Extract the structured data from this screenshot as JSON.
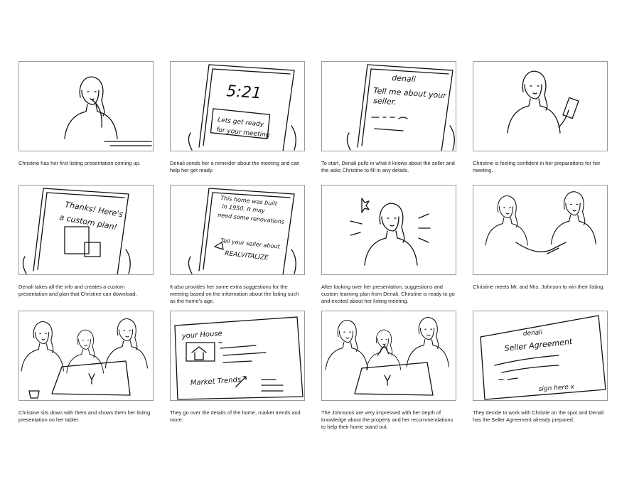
{
  "panels": [
    {
      "caption": "Christine has her first listing presentation coming up.",
      "sketch": "woman-thinking"
    },
    {
      "caption": "Denali sends her a reminder about the meeting and can help her get ready.",
      "sketch": "phone-reminder",
      "text": [
        "5:21",
        "Lets get ready",
        "for your meeting"
      ]
    },
    {
      "caption": "To start, Denali pulls in what it knows about the seller and the asks Christine to fill in any details.",
      "sketch": "phone-chat",
      "text": [
        "denali",
        "Tell me about your",
        "seller."
      ]
    },
    {
      "caption": "Christine is feeling confident in her preparations for her meeting.",
      "sketch": "woman-phone"
    },
    {
      "caption": "Denali takes all the info and creates a custom presentation and plan that Christine can download.",
      "sketch": "phone-plan",
      "text": [
        "Thanks! Here's",
        "a custom plan!"
      ]
    },
    {
      "caption": "It also provides her some extra suggestions for the meeting based on the information about the listing such as the home's age.",
      "sketch": "phone-suggestions",
      "text": [
        "This home was built",
        "in 1950. It may",
        "need some renovations",
        "Tell your seller about",
        "REALVITALIZE"
      ]
    },
    {
      "caption": "After looking over her presentation, suggestions and custom learning plan from Denali, Christine is ready to go and excited about her listing meeting.",
      "sketch": "woman-excited"
    },
    {
      "caption": "Christine meets Mr. and Mrs. Johnson to win their listing.",
      "sketch": "handshake"
    },
    {
      "caption": "Christine sits down with them and shows them her listing presentation on her tablet.",
      "sketch": "three-people-tablet"
    },
    {
      "caption": "They go over the details of the home, market trends and more.",
      "sketch": "tablet-presentation",
      "text": [
        "your House",
        "Market Trends"
      ]
    },
    {
      "caption": "The Johnsons are very impressed with her depth of knowledge about the property and  her recommendations to help their home stand out.",
      "sketch": "three-people-impressed"
    },
    {
      "caption": "They decide to work with Christie on the spot and Denali has the Seller Agreement already prepared.",
      "sketch": "seller-agreement",
      "text": [
        "denali",
        "Seller Agreement",
        "sign here x"
      ]
    }
  ]
}
